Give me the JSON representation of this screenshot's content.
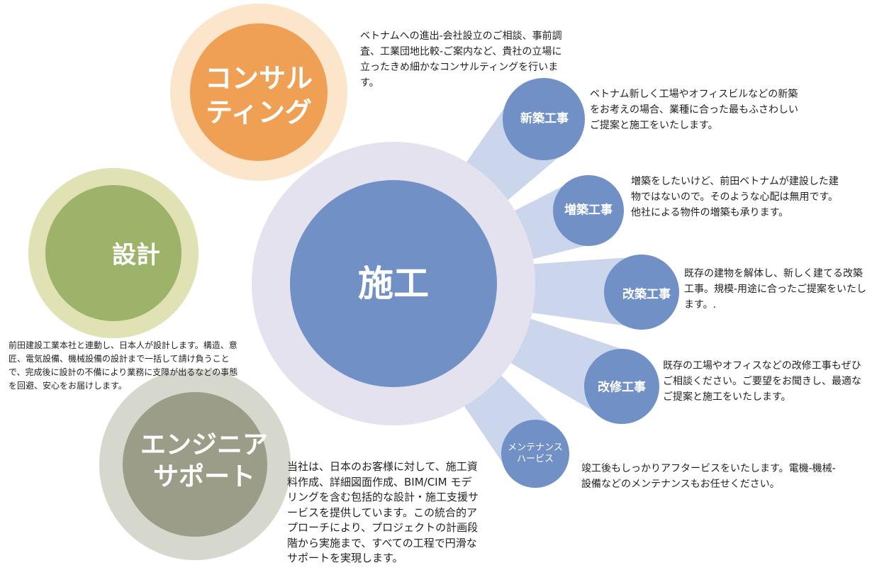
{
  "colors": {
    "consulting": "#EFA055",
    "design": "#9DB36A",
    "engineer": "#9C9D88",
    "construction": "#7090C6",
    "ray": "#B9C7E6"
  },
  "consulting": {
    "title_line1": "コンサル",
    "title_line2": "ティング",
    "description": "ベトナムへの進出-会社設立のご相談、事前調査、工業団地比較-ご案内など、貴社の立場に立ったきめ細かなコンサルティングを行います。"
  },
  "design": {
    "title": "設計",
    "description": "前田建設工業本社と連動し、日本人が設計します。構造、意匠、電気設備、機械設備の設計まで一括して請け負うことで、完成後に設計の不備により業務に支障が出るなどの事態を回避、安心をお届けします。"
  },
  "engineer": {
    "title_line1": "エンジニア",
    "title_line2": "サポート",
    "description": "当社は、日本のお客様に対して、施工資料作成、詳細図面作成、BIM/CIM モデリングを含む包括的な設計・施工支援サービスを提供しています。この統合的アプローチにより、プロジェクトの計画段階から実施まで、すべての工程で円滑なサポートを実現します。"
  },
  "construction": {
    "title": "施工",
    "services": [
      {
        "title": "新築工事",
        "description": "ベトナム新しく工場やオフィスビルなどの新築をお考えの場合、業種に合った最もふさわしいご提案と施工をいたします。"
      },
      {
        "title": "増築工事",
        "description": "増築をしたいけど、前田ベトナムが建設した建物ではないので。そのような心配は無用です。他社による物件の増築も承ります。"
      },
      {
        "title": "改築工事",
        "description": "既存の建物を解体し、新しく建てる改築工事。規模-用途に合ったご提案をいたします。."
      },
      {
        "title": "改修工事",
        "description": "既存の工場やオフィスなどの改修工事もぜひご相談ください。ご要望をお聞きし、最適なご提案と施工をいたします。"
      },
      {
        "title_line1": "メンテナンス",
        "title_line2": "ハービス",
        "description": "竣工後もしっかりアフタービスをいたします。電機-機械-設備などのメンテナンスもお任せください。"
      }
    ]
  }
}
